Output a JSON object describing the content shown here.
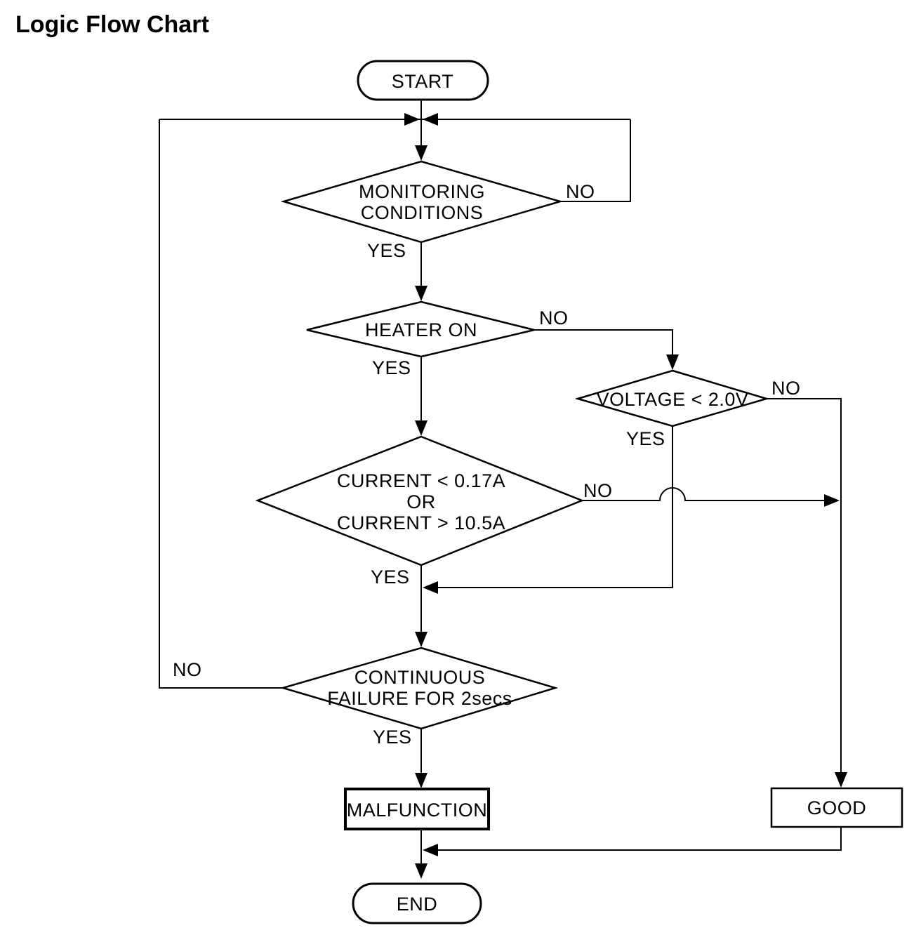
{
  "title": "Logic Flow Chart",
  "colors": {
    "ink": "#000000",
    "paper": "#ffffff"
  },
  "nodes": {
    "start": {
      "label": "START",
      "type": "terminator"
    },
    "monitoring": {
      "lines": [
        "MONITORING",
        "CONDITIONS"
      ],
      "type": "decision"
    },
    "heater": {
      "label": "HEATER ON",
      "type": "decision"
    },
    "voltage": {
      "label": "VOLTAGE < 2.0V",
      "type": "decision"
    },
    "current": {
      "lines": [
        "CURRENT < 0.17A",
        "OR",
        "CURRENT > 10.5A"
      ],
      "type": "decision"
    },
    "continuous": {
      "lines": [
        "CONTINUOUS",
        "FAILURE FOR 2secs"
      ],
      "type": "decision"
    },
    "malfunction": {
      "label": "MALFUNCTION",
      "type": "process"
    },
    "good": {
      "label": "GOOD",
      "type": "process"
    },
    "end": {
      "label": "END",
      "type": "terminator"
    }
  },
  "edges": {
    "monitoring": {
      "yes": "YES",
      "no": "NO"
    },
    "heater": {
      "yes": "YES",
      "no": "NO"
    },
    "voltage": {
      "yes": "YES",
      "no": "NO"
    },
    "current": {
      "yes": "YES",
      "no": "NO"
    },
    "continuous": {
      "yes": "YES",
      "no": "NO"
    }
  }
}
